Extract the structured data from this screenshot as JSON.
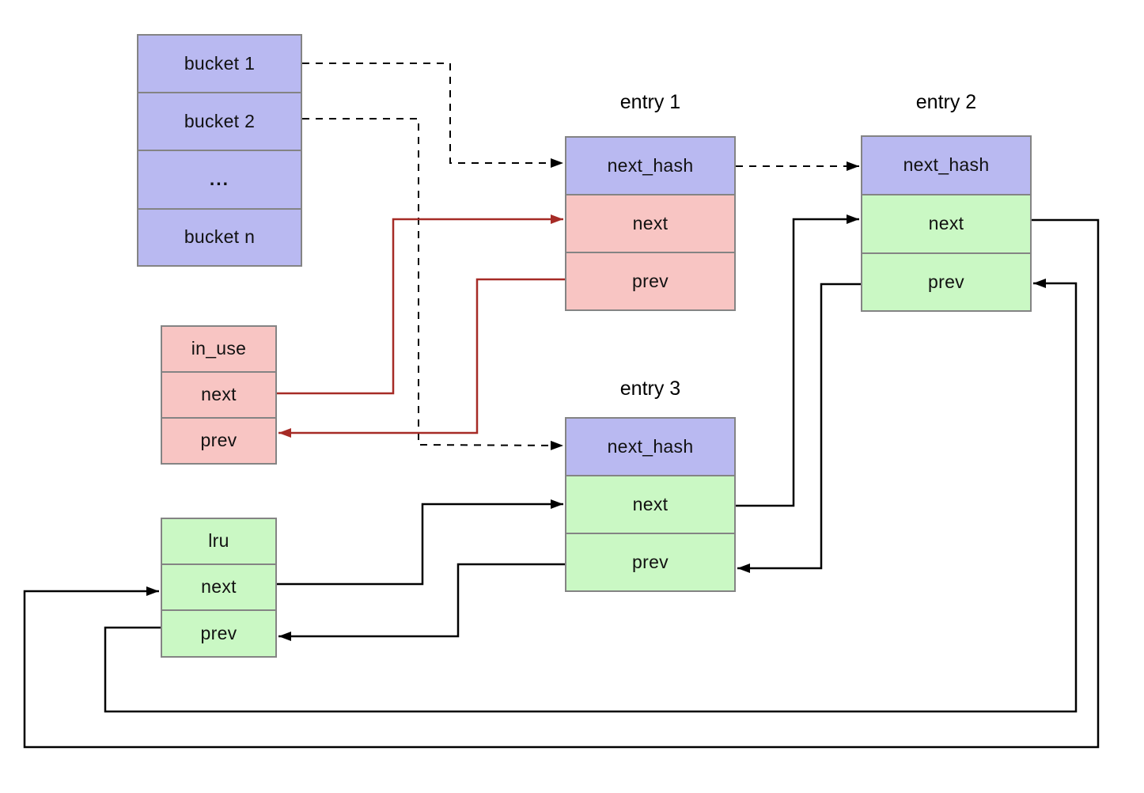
{
  "diagram": {
    "kind": "hash-table LRU cache structure diagram",
    "colors": {
      "bucket_fill": "#b9b9f1",
      "hash_row_fill": "#b9b9f1",
      "in_use_fill": "#f8c5c3",
      "lru_fill": "#caf8c4",
      "cell_border": "#848484",
      "hash_link_arrow": "#000000",
      "lru_link_arrow": "#000000",
      "in_use_link_arrow": "#a62b26"
    },
    "buckets": {
      "cells": [
        "bucket 1",
        "bucket 2",
        "...",
        "bucket n"
      ]
    },
    "entry1": {
      "title": "entry 1",
      "rows": {
        "hash": "next_hash",
        "next": "next",
        "prev": "prev"
      }
    },
    "entry2": {
      "title": "entry 2",
      "rows": {
        "hash": "next_hash",
        "next": "next",
        "prev": "prev"
      }
    },
    "entry3": {
      "title": "entry 3",
      "rows": {
        "hash": "next_hash",
        "next": "next",
        "prev": "prev"
      }
    },
    "in_use": {
      "rows": {
        "head": "in_use",
        "next": "next",
        "prev": "prev"
      }
    },
    "lru": {
      "rows": {
        "head": "lru",
        "next": "next",
        "prev": "prev"
      }
    }
  }
}
